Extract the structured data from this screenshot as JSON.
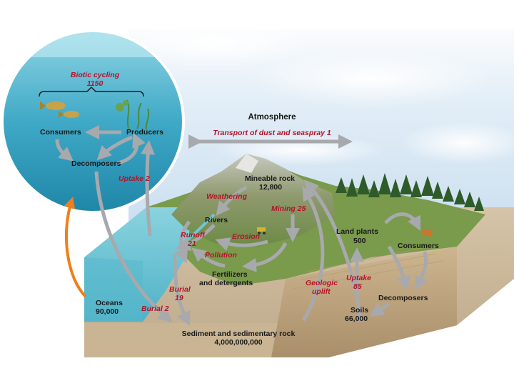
{
  "pools": {
    "atmosphere": "Atmosphere",
    "biotic_cycling": "Biotic cycling",
    "biotic_cycling_value": "1150",
    "consumers_ocean": "Consumers",
    "producers": "Producers",
    "decomposers_ocean": "Decomposers",
    "mineable_rock": "Mineable rock",
    "mineable_rock_value": "12,800",
    "rivers": "Rivers",
    "fertilizers": "Fertilizers",
    "detergents": "and detergents",
    "land_plants": "Land plants",
    "land_plants_value": "500",
    "consumers_land": "Consumers",
    "decomposers_land": "Decomposers",
    "soils": "Soils",
    "soils_value": "66,000",
    "oceans": "Oceans",
    "oceans_value": "90,000",
    "sediment": "Sediment and sedimentary rock",
    "sediment_value": "4,000,000,000"
  },
  "fluxes": {
    "transport": "Transport of dust and seaspray 1",
    "uptake_2": "Uptake 2",
    "weathering": "Weathering",
    "mining": "Mining 25",
    "runoff": "Runoff",
    "runoff_value": "21",
    "erosion": "Erosion",
    "pollution": "Pollution",
    "burial_19": "Burial",
    "burial_19_value": "19",
    "burial_2": "Burial 2",
    "geologic": "Geologic",
    "uplift": "uplift",
    "uptake_85": "Uptake",
    "uptake_85_value": "85"
  },
  "colors": {
    "arrow": "#a8a9ad",
    "arrow_dark": "#8a8b90",
    "highlight_arrow": "#ef7f1a",
    "flux_text": "#b3142b",
    "pool_text": "#1a1a1a",
    "sea": "#6fc6d6",
    "sky": "#cfe3f2"
  }
}
